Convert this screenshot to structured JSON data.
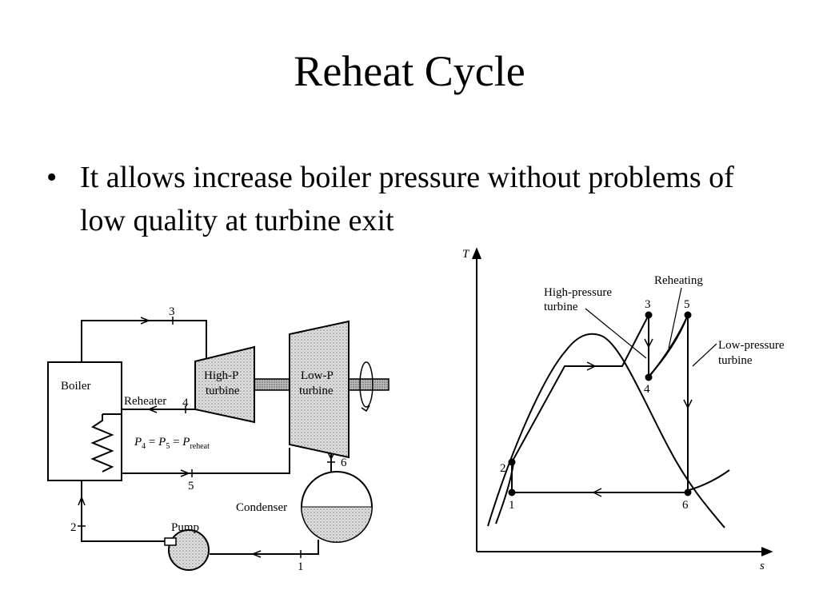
{
  "slide": {
    "title": "Reheat Cycle",
    "bullet_marker": "•",
    "bullet_text": "It allows increase boiler pressure without problems of low quality at turbine exit"
  },
  "schematic": {
    "boiler": "Boiler",
    "reheater": "Reheater",
    "hp_turbine_line1": "High-P",
    "hp_turbine_line2": "turbine",
    "lp_turbine_line1": "Low-P",
    "lp_turbine_line2": "turbine",
    "condenser": "Condenser",
    "pump": "Pump",
    "equation": {
      "p": "P",
      "sub4": "4",
      "eq1": " = ",
      "sub5": "5",
      "eq2": " = ",
      "subreheat": "reheat"
    },
    "state_labels": {
      "s1": "1",
      "s2": "2",
      "s3": "3",
      "s4": "4",
      "s5": "5",
      "s6": "6"
    }
  },
  "ts_diagram": {
    "y_axis_label": "T",
    "x_axis_label": "s",
    "hp_label_line1": "High-pressure",
    "hp_label_line2": "turbine",
    "reheating_label": "Reheating",
    "lp_label_line1": "Low-pressure",
    "lp_label_line2": "turbine",
    "state_labels": {
      "s1": "1",
      "s2": "2",
      "s3": "3",
      "s4": "4",
      "s5": "5",
      "s6": "6"
    }
  }
}
